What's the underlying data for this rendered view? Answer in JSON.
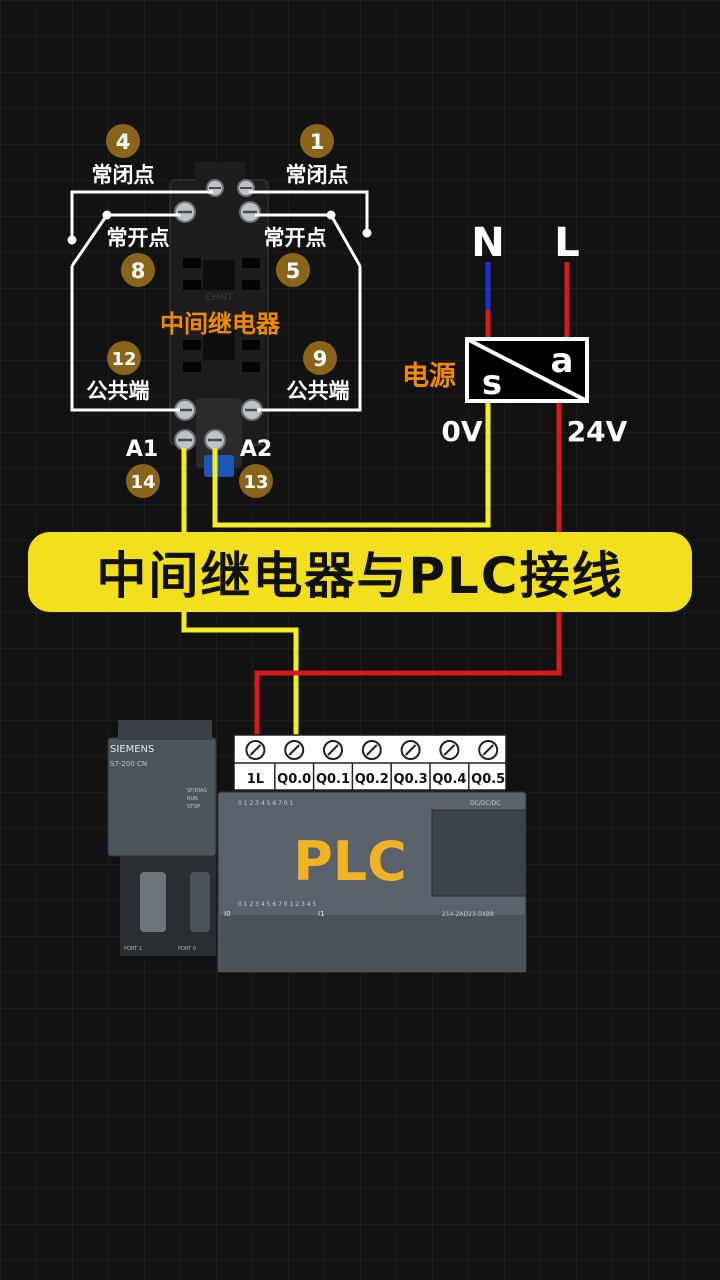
{
  "title": "中间继电器与PLC接线",
  "relay": {
    "name": "中间继电器",
    "brand": "CHNT",
    "terminals": [
      {
        "num": "4",
        "label": "常闭点"
      },
      {
        "num": "1",
        "label": "常闭点"
      },
      {
        "num": "8",
        "label": "常开点"
      },
      {
        "num": "5",
        "label": "常开点"
      },
      {
        "num": "12",
        "label": "公共端"
      },
      {
        "num": "9",
        "label": "公共端"
      },
      {
        "num": "14",
        "label": "A1"
      },
      {
        "num": "13",
        "label": "A2"
      }
    ]
  },
  "power": {
    "label": "电源",
    "n": "N",
    "l": "L",
    "s": "s",
    "a": "a",
    "zero_v": "0V",
    "v24": "24V"
  },
  "plc": {
    "brand": "SIEMENS",
    "model": "S7-200 CN",
    "label": "PLC",
    "part_no": "214-2AD23-0XB8",
    "supply": "DC/DC/DC",
    "status": [
      "SF/DIAG",
      "RUN",
      "STOP"
    ],
    "ports": [
      "PORT 1",
      "PORT 0"
    ],
    "input_groups": [
      "I0",
      "I1"
    ],
    "input_bits": "0 1 2 3 4 5 6 7   0 1 2 3 4 5",
    "output_bits": "0 1 2 3 4 5 6 7   0 1",
    "terminals": [
      "1L",
      "Q0.0",
      "Q0.1",
      "Q0.2",
      "Q0.3",
      "Q0.4",
      "Q0.5"
    ]
  },
  "colors": {
    "wire_yellow": "#f3ee23",
    "wire_red": "#d71a1a",
    "wire_blue": "#2330d8",
    "badge": "#8a6418",
    "accent_orange": "#f08a00",
    "title_bg": "#f2df1d"
  }
}
